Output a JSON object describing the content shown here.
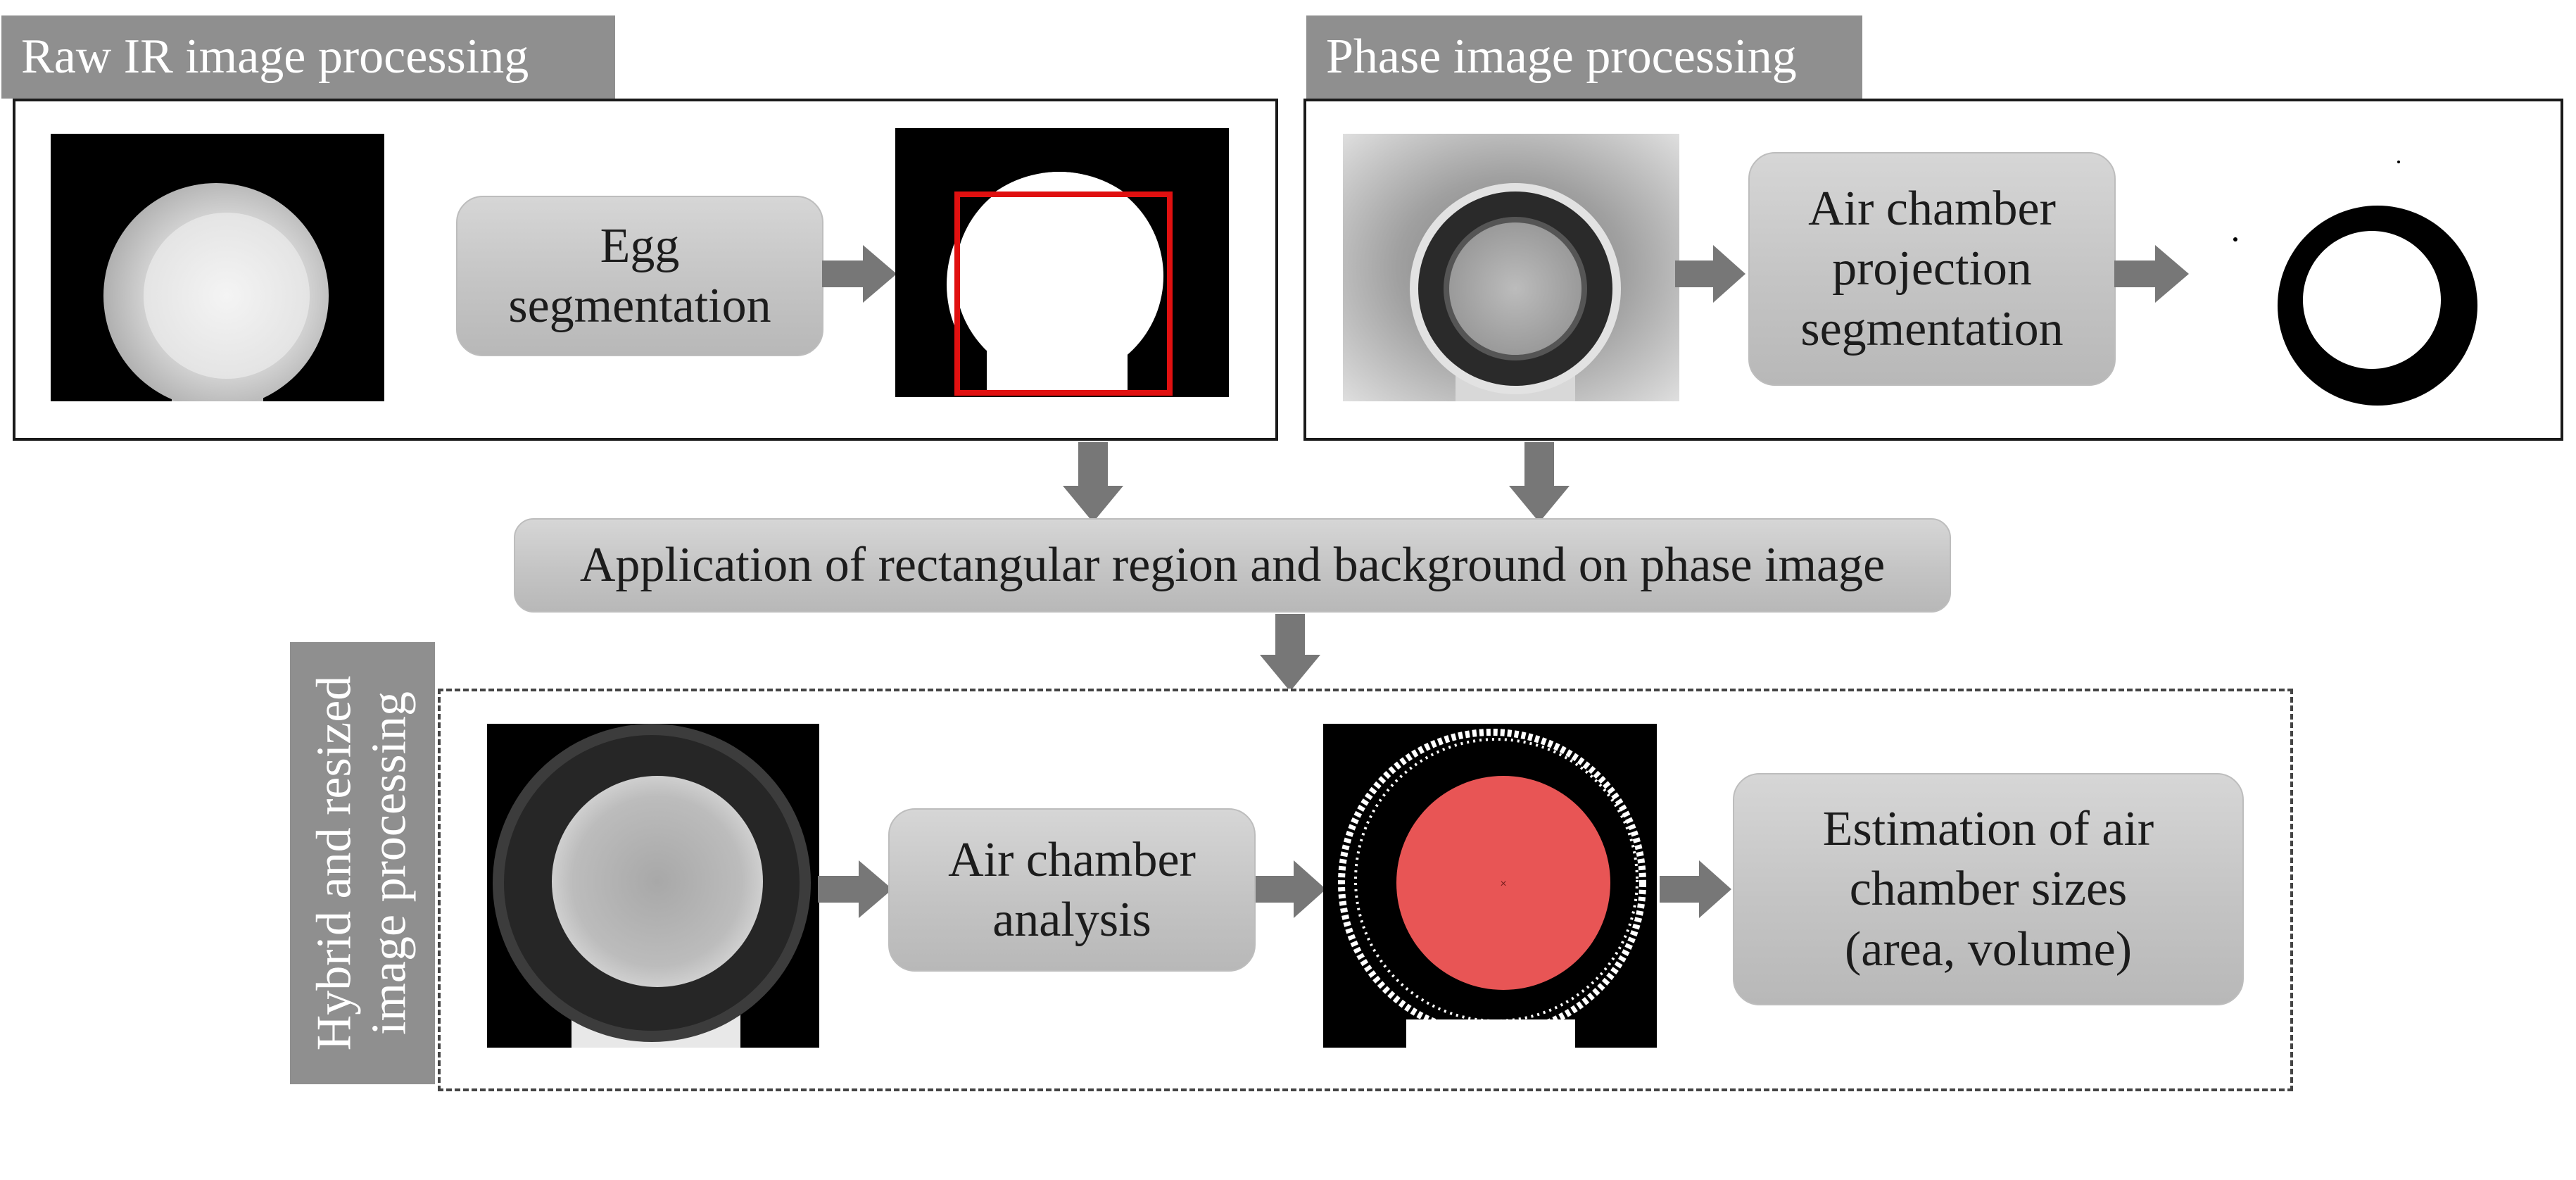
{
  "sections": {
    "raw_ir": {
      "title": "Raw IR image processing"
    },
    "phase": {
      "title": "Phase image processing"
    },
    "hybrid": {
      "title": "Hybrid and resized\nimage processing"
    }
  },
  "steps": {
    "egg_segmentation": "Egg\nsegmentation",
    "air_chamber_projection_segmentation": "Air chamber\nprojection\nsegmentation",
    "application": "Application of rectangular region and background on phase image",
    "air_chamber_analysis": "Air chamber\nanalysis",
    "estimation": "Estimation of air\nchamber sizes\n(area, volume)"
  },
  "images": {
    "raw_ir": "raw-ir-egg-image",
    "segmented_egg": "segmented-egg-mask-image",
    "phase": "phase-egg-image",
    "air_chamber_mask": "air-chamber-ring-mask-image",
    "hybrid": "hybrid-resized-egg-image",
    "analysis_result": "air-chamber-analysis-result-image"
  },
  "colors": {
    "tab_bg": "#8f8f8f",
    "box_fill": "#c8c8c8",
    "arrow": "#777777",
    "bounding_rect": "#e01010",
    "chamber_fill": "#e85555"
  }
}
